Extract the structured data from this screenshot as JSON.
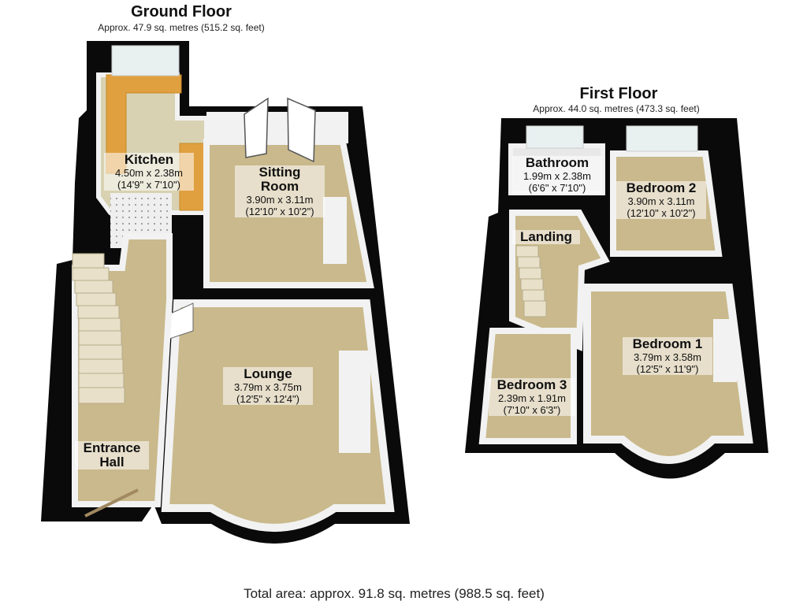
{
  "ground_floor": {
    "title": "Ground Floor",
    "area": "Approx. 47.9 sq. metres (515.2 sq. feet)",
    "rooms": [
      {
        "name": "Kitchen",
        "metric": "4.50m x 2.38m",
        "imperial": "(14'9\" x 7'10\")"
      },
      {
        "name_line1": "Sitting",
        "name_line2": "Room",
        "metric": "3.90m x 3.11m",
        "imperial": "(12'10\" x 10'2\")"
      },
      {
        "name": "Lounge",
        "metric": "3.79m x 3.75m",
        "imperial": "(12'5\" x 12'4\")"
      },
      {
        "name_line1": "Entrance",
        "name_line2": "Hall"
      }
    ]
  },
  "first_floor": {
    "title": "First Floor",
    "area": "Approx. 44.0 sq. metres (473.3 sq. feet)",
    "rooms": [
      {
        "name": "Bathroom",
        "metric": "1.99m x 2.38m",
        "imperial": "(6'6\" x 7'10\")"
      },
      {
        "name": "Bedroom 2",
        "metric": "3.90m x 3.11m",
        "imperial": "(12'10\" x 10'2\")"
      },
      {
        "name": "Landing"
      },
      {
        "name": "Bedroom 1",
        "metric": "3.79m x 3.58m",
        "imperial": "(12'5\" x 11'9\")"
      },
      {
        "name": "Bedroom 3",
        "metric": "2.39m x 1.91m",
        "imperial": "(7'10\" x 6'3\")"
      }
    ]
  },
  "total_area": "Total area: approx. 91.8 sq. metres (988.5 sq. feet)",
  "colors": {
    "wall": "#0a0a0a",
    "wall_inner": "#f2f2f2",
    "floor": "#c9b98c",
    "kitchen_floor": "#d8d2b2",
    "worktop": "#e0a040",
    "stairs": "#e8e0c8",
    "window": "#e8f0f0"
  }
}
